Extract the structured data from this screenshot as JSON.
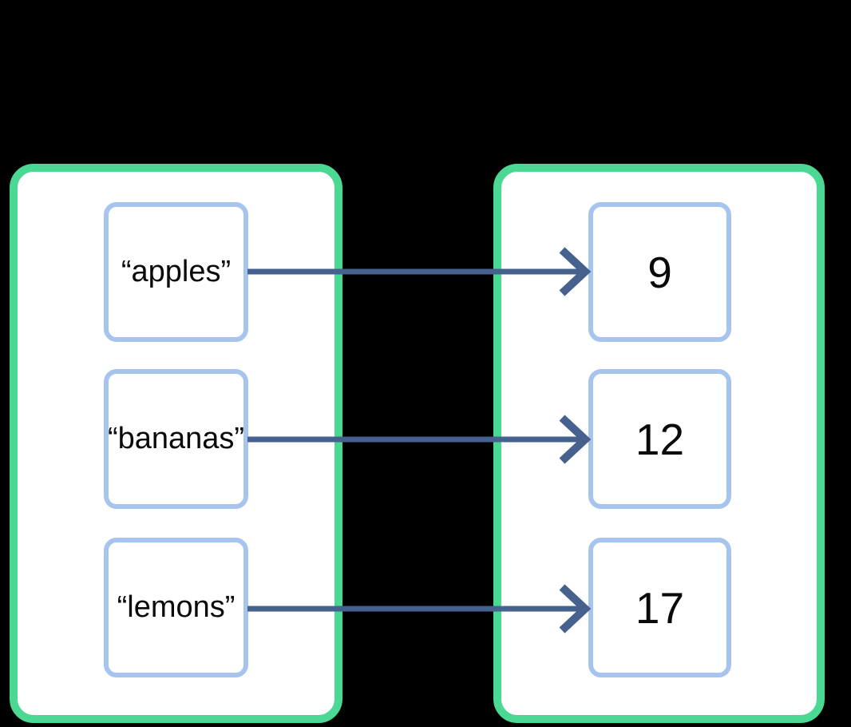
{
  "diagram": {
    "description": "Mapping of string keys to integer values (dictionary illustration)",
    "colors": {
      "background": "#000000",
      "container_border": "#4bd893",
      "box_border": "#a6c4ee",
      "box_fill": "#ffffff",
      "arrow": "#46618e",
      "text": "#0a0a0a"
    },
    "rows": [
      {
        "key": "“apples”",
        "value": "9"
      },
      {
        "key": "“bananas”",
        "value": "12"
      },
      {
        "key": "“lemons”",
        "value": "17"
      }
    ]
  }
}
